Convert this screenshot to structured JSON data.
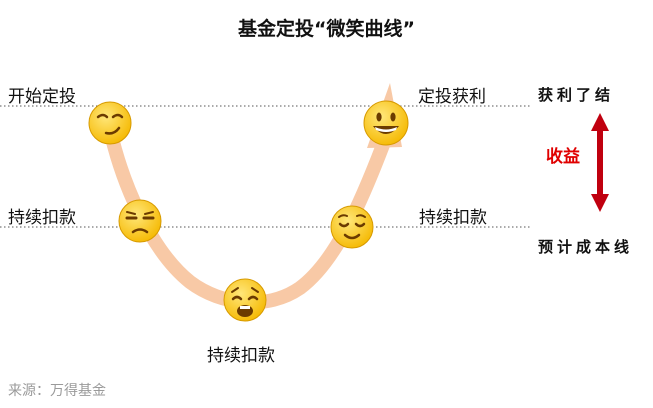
{
  "title": "基金定投“微笑曲线”",
  "labels": {
    "start": "开始定投",
    "left_mid": "持续扣款",
    "bottom": "持续扣款",
    "right_mid": "持续扣款",
    "right_top": "定投获利",
    "take_profit": "获利了结",
    "cost_line": "预计成本线",
    "income": "收益"
  },
  "source": "来源：万得基金",
  "colors": {
    "curve": "#f8c9a6",
    "arrow_red": "#c0000f",
    "income_text": "#e00000",
    "dotted_line": "#555555",
    "emoji_face": "#ffcf3a"
  },
  "icons": [
    "smirk-emoji-icon",
    "unamused-emoji-icon",
    "weary-emoji-icon",
    "relieved-emoji-icon",
    "grinning-emoji-icon"
  ]
}
